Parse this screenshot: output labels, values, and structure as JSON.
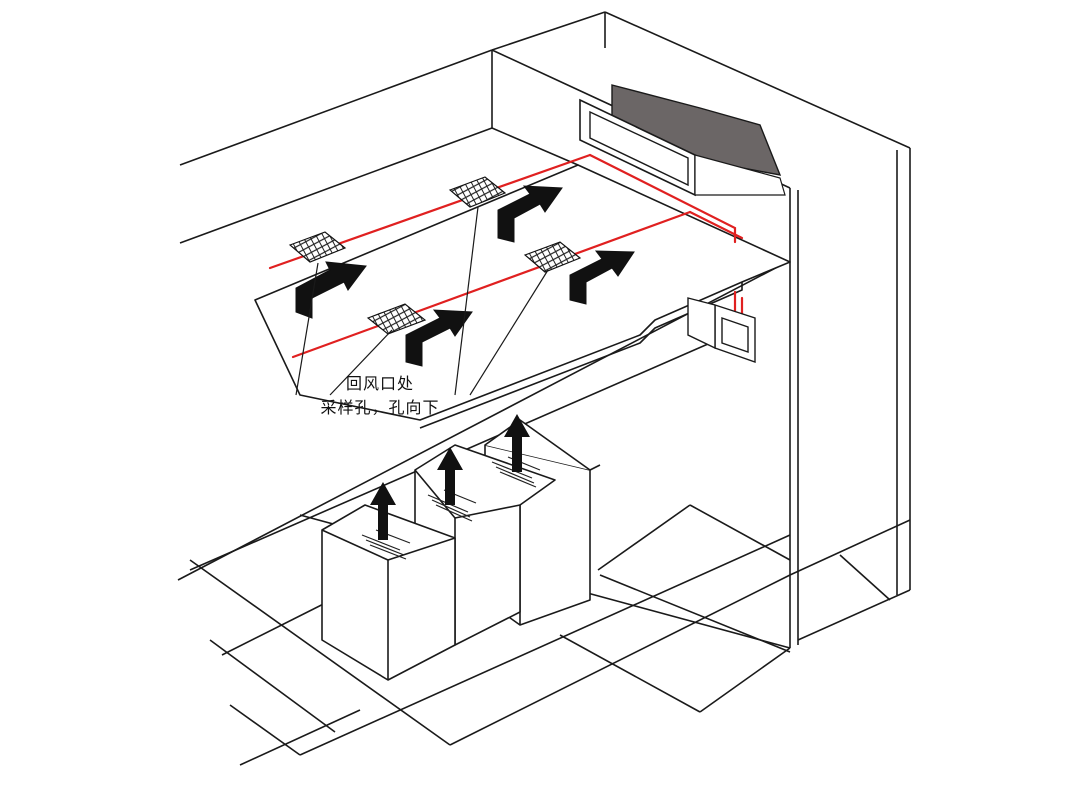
{
  "callout": {
    "line1": "回风口处",
    "line2": "采样孔，孔向下"
  },
  "colors": {
    "line": "#1a1a1a",
    "pipe": "#e02020",
    "arrow": "#111111",
    "unit": "#6b6666",
    "background": "#ffffff"
  },
  "icons": [
    "return-air-grille-icon",
    "airflow-arrow-icon",
    "up-arrow-icon",
    "sampling-pipe"
  ]
}
